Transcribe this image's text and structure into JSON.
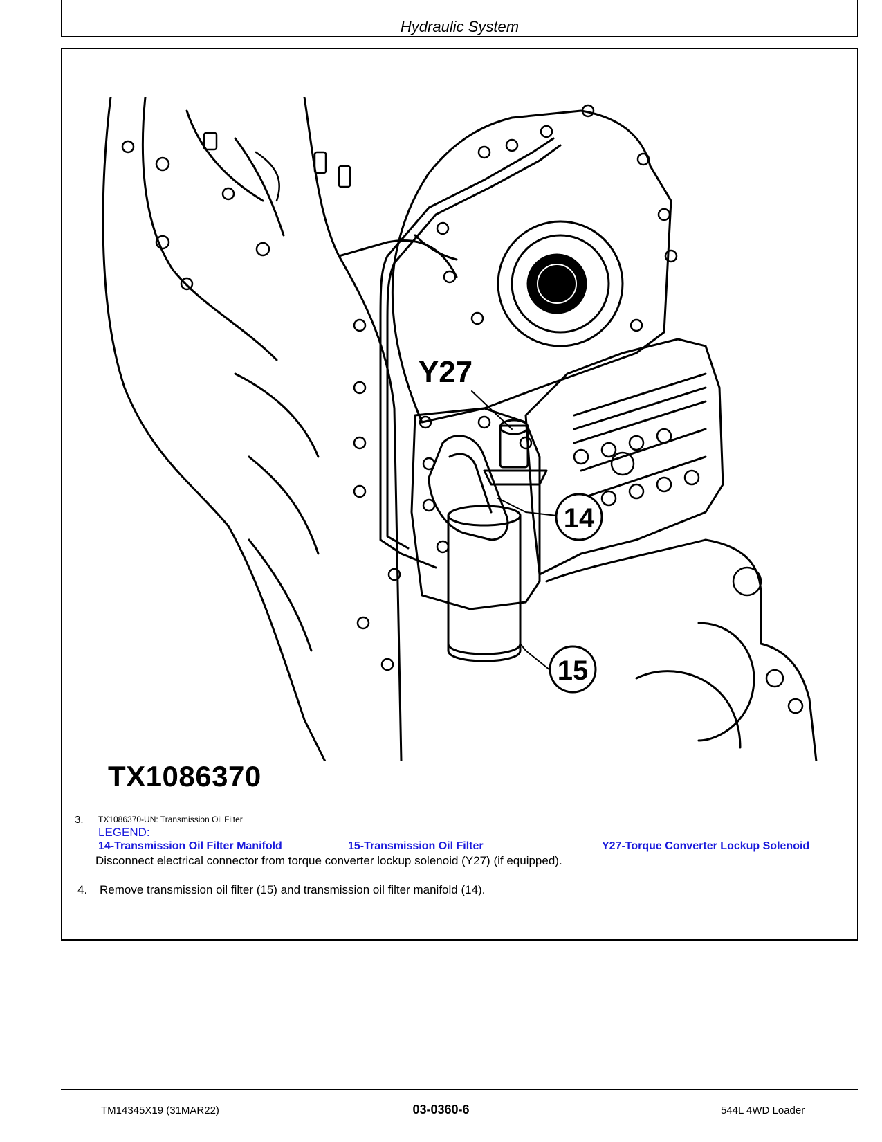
{
  "header": {
    "section_title": "Hydraulic System"
  },
  "figure": {
    "id": "TX1086370",
    "callouts": {
      "y27": "Y27",
      "c14": "14",
      "c15": "15"
    }
  },
  "steps": [
    {
      "number": "3.",
      "caption": "TX1086370-UN: Transmission Oil Filter",
      "legend_title": "LEGEND:",
      "legend": [
        "14-Transmission Oil Filter Manifold",
        "15-Transmission Oil Filter",
        "Y27-Torque Converter Lockup Solenoid"
      ],
      "text": "Disconnect electrical connector from torque converter lockup solenoid (Y27) (if equipped)."
    },
    {
      "number": "4.",
      "text": "Remove transmission oil filter (15) and transmission oil filter manifold (14)."
    }
  ],
  "footer": {
    "doc_id": "TM14345X19 (31MAR22)",
    "page_number": "03-0360-6",
    "model": "544L 4WD Loader"
  },
  "colors": {
    "legend": "#1a1adb",
    "line": "#000000"
  }
}
